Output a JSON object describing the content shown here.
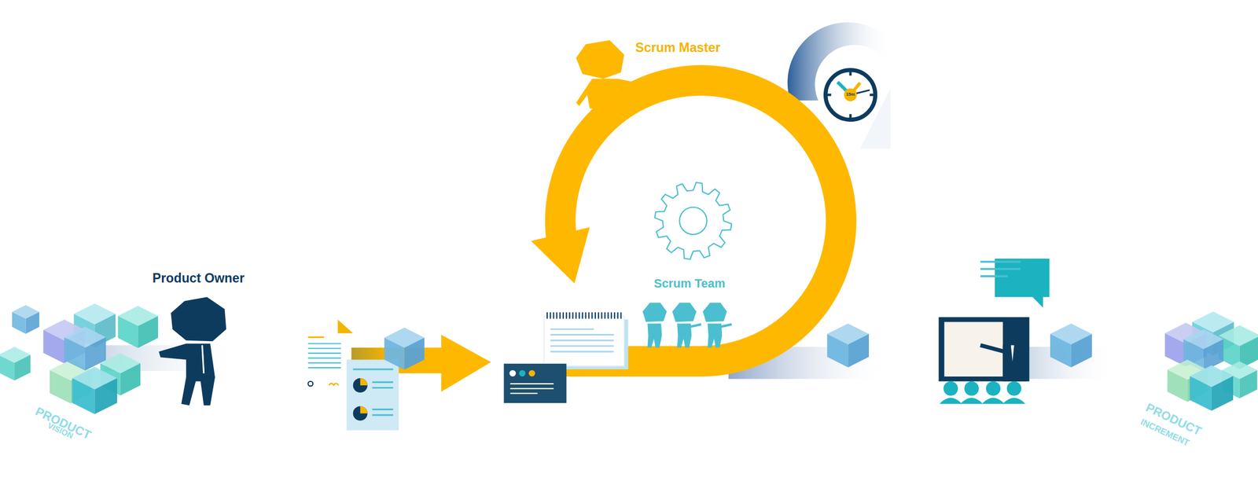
{
  "diagram": {
    "labels": [
      "Scrum Master",
      "Product Owner",
      "Scrum Team",
      "15m",
      "PRODUCT",
      "VISION",
      "PRODUCT",
      "INCREMENT"
    ]
  }
}
